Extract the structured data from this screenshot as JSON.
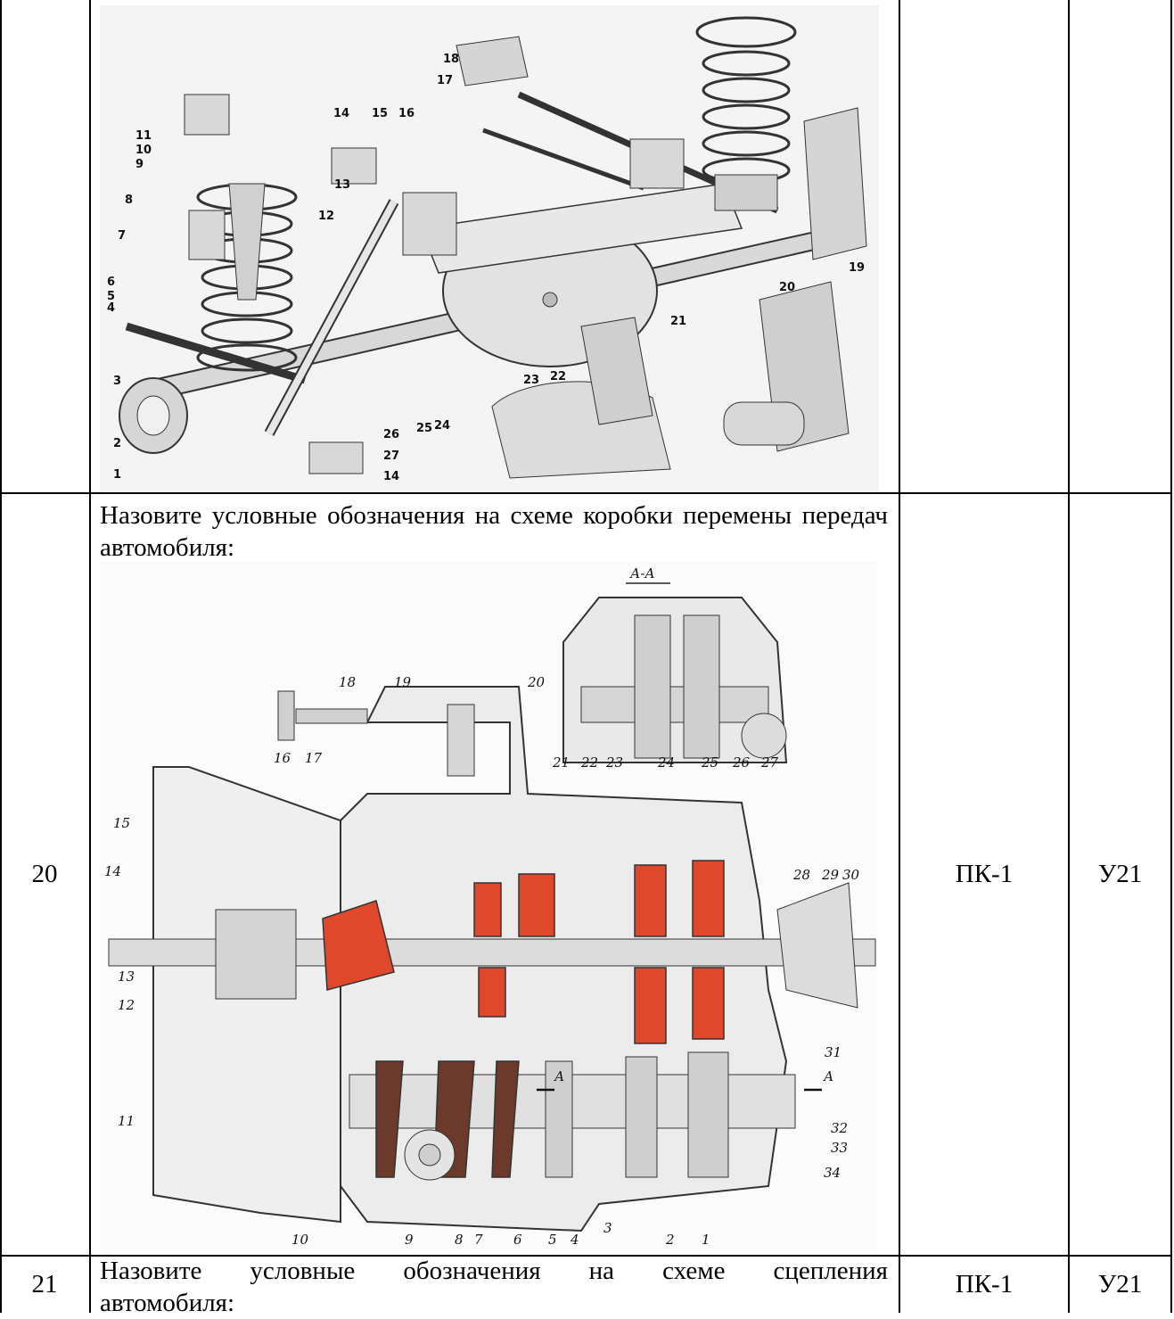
{
  "rows": [
    {
      "num": "",
      "code": "",
      "skill": ""
    },
    {
      "num": "20",
      "question": "Назовите условные обозначения на схеме коробки перемены передач автомобиля:",
      "code": "ПК-1",
      "skill": "У21"
    },
    {
      "num": "21",
      "question": "Назовите условные обозначения на схеме сцепления автомобиля:",
      "code": "ПК-1",
      "skill": "У21"
    }
  ],
  "suspension_figure": {
    "labels": [
      "1",
      "2",
      "3",
      "4",
      "5",
      "6",
      "7",
      "8",
      "9",
      "10",
      "11",
      "12",
      "13",
      "14",
      "15",
      "16",
      "17",
      "18",
      "19",
      "20",
      "21",
      "22",
      "23",
      "24",
      "25",
      "26",
      "27",
      "14"
    ]
  },
  "gearbox_figure": {
    "section_label": "А-А",
    "cut_label": "А",
    "labels": [
      "1",
      "2",
      "3",
      "4",
      "5",
      "6",
      "7",
      "8",
      "9",
      "10",
      "11",
      "12",
      "13",
      "14",
      "15",
      "16",
      "17",
      "18",
      "19",
      "20",
      "21",
      "22",
      "23",
      "24",
      "25",
      "26",
      "27",
      "28",
      "29",
      "30",
      "31",
      "32",
      "33",
      "34"
    ]
  },
  "colors": {
    "border": "#000000",
    "highlight_red": "#e0482b",
    "drawing": "#333333"
  }
}
